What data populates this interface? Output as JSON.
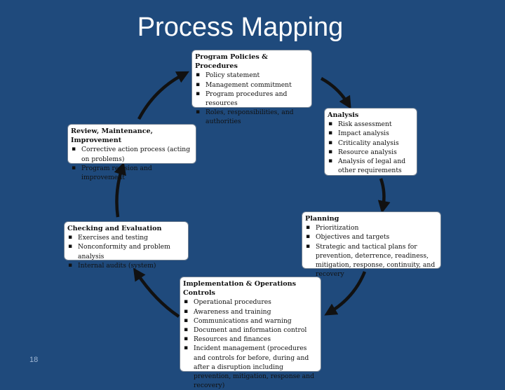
{
  "slide": {
    "title": "Process Mapping",
    "page_number": "18"
  },
  "colors": {
    "background": "#1f4a7c",
    "box_fill": "#ffffff",
    "box_border": "#6f7f92",
    "arrow": "#111111",
    "title_text": "#ffffff"
  },
  "boxes": [
    {
      "title": "Program Policies & Procedures",
      "items": [
        "Policy statement",
        "Management commitment",
        "Program procedures and resources",
        "Roles, responsibilities, and authorities"
      ]
    },
    {
      "title": "Analysis",
      "items": [
        "Risk assessment",
        "Impact analysis",
        "Criticality analysis",
        "Resource analysis",
        "Analysis of legal and other requirements"
      ]
    },
    {
      "title": "Planning",
      "items": [
        "Prioritization",
        "Objectives and targets",
        "Strategic and tactical plans for prevention, deterrence, readiness, mitigation, response, continuity, and recovery"
      ]
    },
    {
      "title": "Implementation & Operations Controls",
      "items": [
        "Operational procedures",
        "Awareness and training",
        "Communications and warning",
        "Document and information control",
        "Resources and finances",
        "Incident management (procedures and controls for before, during and after a disruption including prevention, mitigation, response and recovery)"
      ]
    },
    {
      "title": "Checking and Evaluation",
      "items": [
        "Exercises and testing",
        "Nonconformity and problem analysis",
        "Internal audits (system)"
      ]
    },
    {
      "title": "Review, Maintenance, Improvement",
      "items": [
        "Corrective action process (acting on problems)",
        "Program revision and improvement"
      ]
    }
  ]
}
